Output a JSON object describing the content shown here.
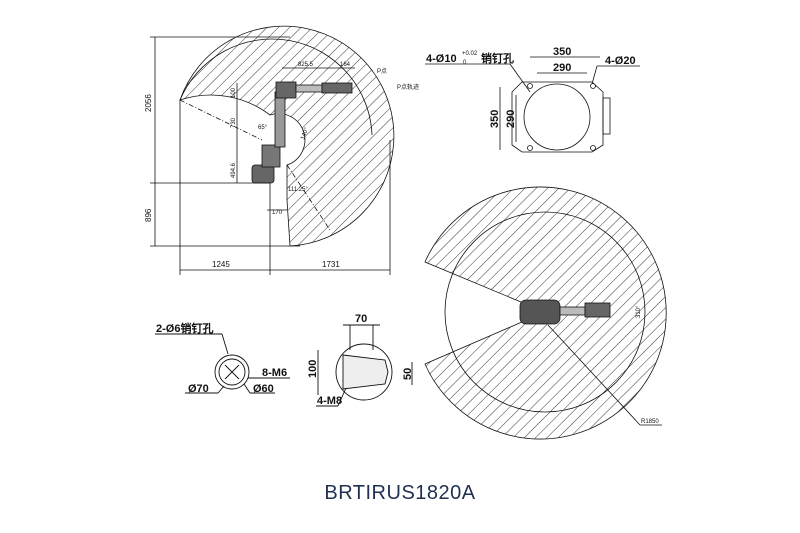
{
  "title": "BRTIRUS1820A",
  "side_view": {
    "dims": {
      "total_height": "2056",
      "lower_height": "896",
      "left_reach": "1245",
      "right_reach": "1731",
      "arm_len": "825.5",
      "wrist_len": "164",
      "h100": "100",
      "h730": "730",
      "h494": "494.6",
      "offset170": "170",
      "angle_65": "65°",
      "angle_140": "140°",
      "angle_111": "111.25°"
    },
    "labels": {
      "p_point": "P点",
      "p_trajectory": "P点轨迹"
    }
  },
  "base_view": {
    "pin_hole": "4-Ø10",
    "tol_upper": "+0.02",
    "tol_lower": "0",
    "pin_suffix": "销钉孔",
    "bolt_hole": "4-Ø20",
    "w350": "350",
    "w290": "290",
    "h350": "350",
    "h290": "290"
  },
  "flange_view": {
    "pin_hole": "2-Ø6销钉孔",
    "thread": "8-M6",
    "d70": "Ø70",
    "d60": "Ø60"
  },
  "wrist_view": {
    "w70": "70",
    "h100": "100",
    "h50": "50",
    "thread": "4-M8"
  },
  "top_view": {
    "angle": "310°",
    "radius": "R1850"
  }
}
